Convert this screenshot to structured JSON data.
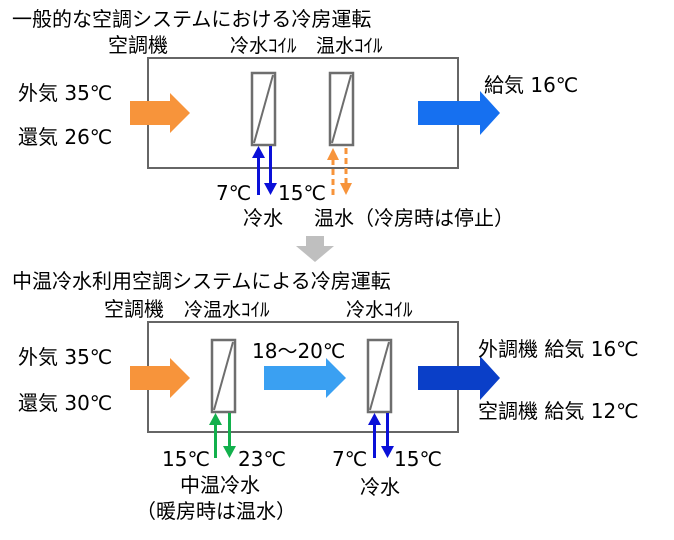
{
  "top": {
    "title": "一般的な空調システムにおける冷房運転",
    "unit_label": "空調機",
    "cooling_coil_label": "冷水ｺｲﾙ",
    "heating_coil_label": "温水ｺｲﾙ",
    "outdoor_air": "外気 35℃",
    "return_air": "還気 26℃",
    "supply_air": "給気 16℃",
    "chilled_supply_temp": "7℃",
    "chilled_return_temp": "15℃",
    "chilled_water_label": "冷水",
    "hot_water_label": "温水（冷房時は停止）"
  },
  "bottom": {
    "title": "中温冷水利用空調システムによる冷房運転",
    "unit_label": "空調機",
    "medium_coil_label": "冷温水ｺｲﾙ",
    "cooling_coil_label": "冷水ｺｲﾙ",
    "outdoor_air": "外気 35℃",
    "return_air": "還気 30℃",
    "mid_air": "18～20℃",
    "supply_outdoor_unit": "外調機 給気 16℃",
    "supply_ahu": "空調機 給気 12℃",
    "medium_supply_temp": "15℃",
    "medium_return_temp": "23℃",
    "medium_water_label": "中温冷水",
    "medium_water_note": "（暖房時は温水）",
    "chilled_supply_temp": "7℃",
    "chilled_return_temp": "15℃",
    "chilled_water_label": "冷水"
  },
  "colors": {
    "orange": "#f7943b",
    "blue": "#1670f0",
    "light_blue": "#3aa0f2",
    "dark_blue": "#0a3fc8",
    "navy": "#0a10d8",
    "green": "#12b04c",
    "gray": "#bfbfbf",
    "coil": "#6e6e6e"
  }
}
